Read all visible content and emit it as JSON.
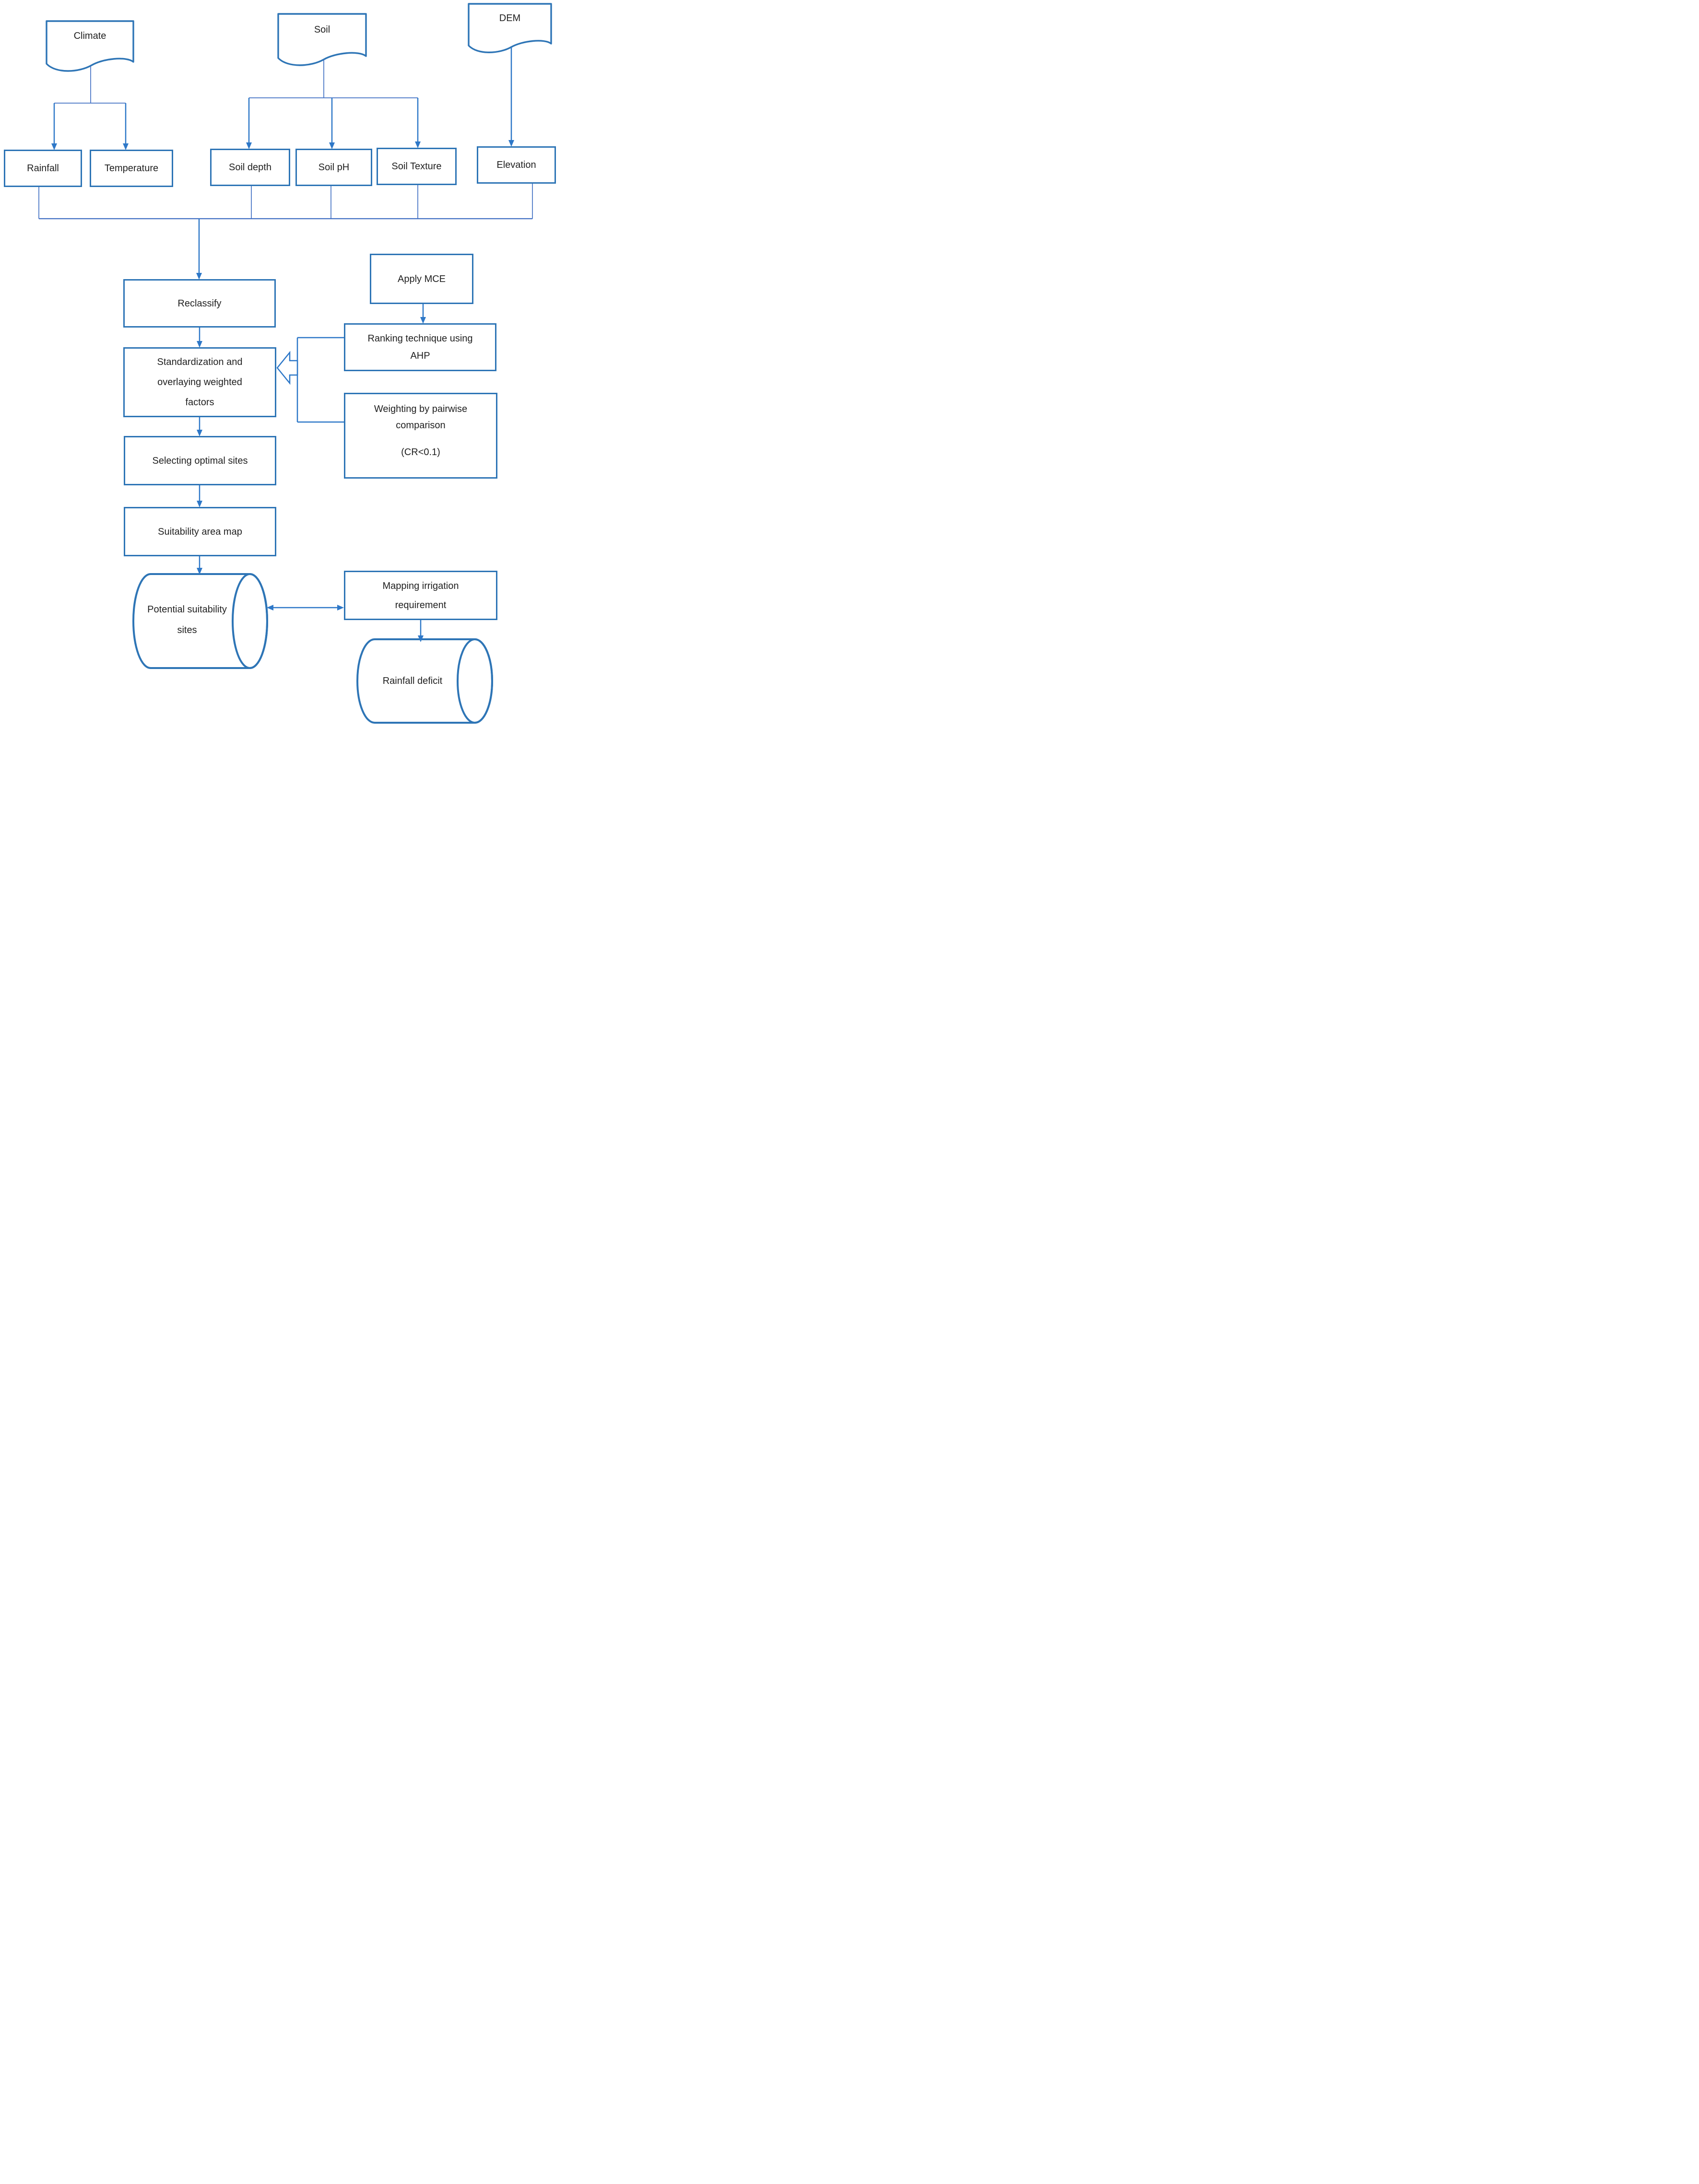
{
  "diagram": {
    "title": "GIS multi-criteria irrigation suitability flowchart",
    "colors": {
      "box_border_blue": "#2e75b6",
      "connector_blue": "#4472c4",
      "arrow_blue": "#2e78c8",
      "text": "#1f1f1f",
      "background": "#ffffff"
    },
    "nodes": {
      "climate": {
        "label": "Climate",
        "shape": "document"
      },
      "soil": {
        "label": "Soil",
        "shape": "document"
      },
      "dem": {
        "label": "DEM",
        "shape": "document"
      },
      "rainfall": {
        "label": "Rainfall",
        "shape": "rectangle"
      },
      "temperature": {
        "label": "Temperature",
        "shape": "rectangle"
      },
      "soil_depth": {
        "label": "Soil depth",
        "shape": "rectangle"
      },
      "soil_ph": {
        "label": "Soil pH",
        "shape": "rectangle"
      },
      "soil_texture": {
        "label": "Soil Texture",
        "shape": "rectangle"
      },
      "elevation": {
        "label": "Elevation",
        "shape": "rectangle"
      },
      "reclassify": {
        "label": "Reclassify",
        "shape": "rectangle"
      },
      "apply_mce": {
        "label": "Apply MCE",
        "shape": "rectangle"
      },
      "ranking": {
        "label": "Ranking technique using AHP",
        "shape": "rectangle"
      },
      "standardization": {
        "label": "Standardization and overlaying weighted factors",
        "shape": "rectangle"
      },
      "weighting": {
        "label": "Weighting by pairwise comparison",
        "sublabel": "(CR<0.1)",
        "shape": "rectangle"
      },
      "selecting": {
        "label": "Selecting optimal sites",
        "shape": "rectangle"
      },
      "suitability_map": {
        "label": "Suitability area map",
        "shape": "rectangle"
      },
      "potential_sites": {
        "label": "Potential suitability sites",
        "shape": "cylinder"
      },
      "mapping_irrigation": {
        "label": "Mapping irrigation requirement",
        "shape": "rectangle"
      },
      "rainfall_deficit": {
        "label": "Rainfall deficit",
        "shape": "cylinder"
      }
    },
    "edges": [
      "climate -> rainfall",
      "climate -> temperature",
      "soil -> soil_depth",
      "soil -> soil_ph",
      "soil -> soil_texture",
      "dem -> elevation",
      "rainfall + soil_depth + soil_ph + soil_texture + elevation -> reclassify",
      "reclassify -> standardization",
      "apply_mce -> ranking",
      "ranking + weighting -> standardization",
      "standardization -> selecting",
      "selecting -> suitability_map",
      "suitability_map -> potential_sites",
      "potential_sites <-> mapping_irrigation",
      "mapping_irrigation -> rainfall_deficit"
    ]
  }
}
